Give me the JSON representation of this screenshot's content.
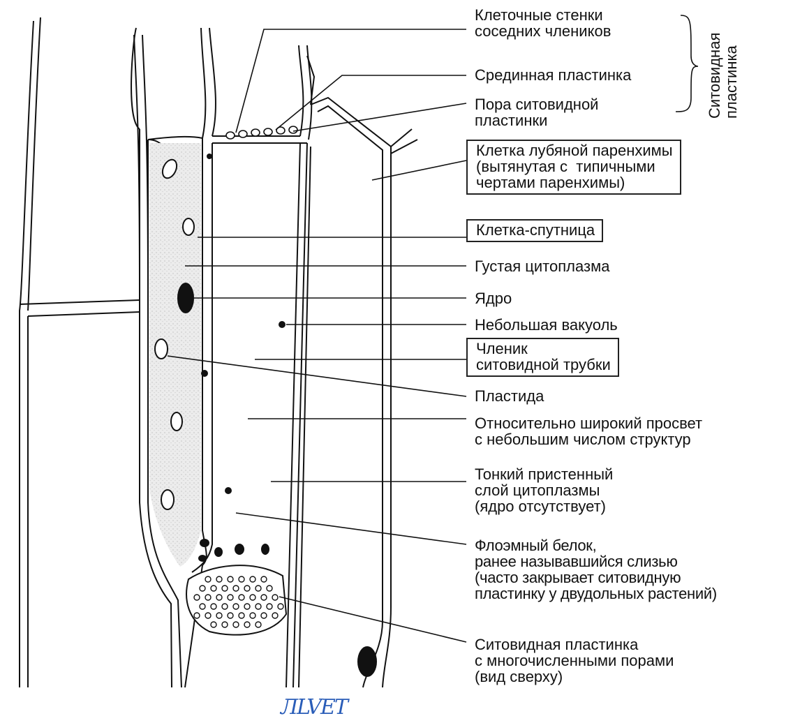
{
  "labels": {
    "walls_neighbor": "Клеточные стенки\nсоседних члеников",
    "middle_lamella": "Срединная пластинка",
    "sieve_pore": "Пора ситовидной\nпластинки",
    "sieve_plate_group": "Ситовидная\nпластинка",
    "parenchyma_cell": "Клетка лубяной паренхимы\n(вытянутая с  типичными\nчертами паренхимы)",
    "companion_cell": "Клетка-спутница",
    "dense_cytoplasm": "Густая цитоплазма",
    "nucleus": "Ядро",
    "small_vacuole": "Небольшая вакуоль",
    "sieve_tube_member": "Членик\nситовидной трубки",
    "plastid": "Пластида",
    "wide_lumen": "Относительно широкий просвет\nс небольшим числом структур",
    "thin_cytoplasm": "Тонкий пристенный\nслой цитоплазмы\n(ядро отсутствует)",
    "phloem_protein": "Флоэмный белок,\nранее называвшийся слизью\n(часто закрывает ситовидную\nпластинку у двудольных растений)",
    "sieve_plate_top": "Ситовидная пластинка\nс многочисленными порами\n(вид сверху)"
  },
  "handwriting": "ЛLVEТ",
  "colors": {
    "ink": "#111111",
    "shade": "#e6e6e6",
    "signature": "#2a5db8"
  }
}
